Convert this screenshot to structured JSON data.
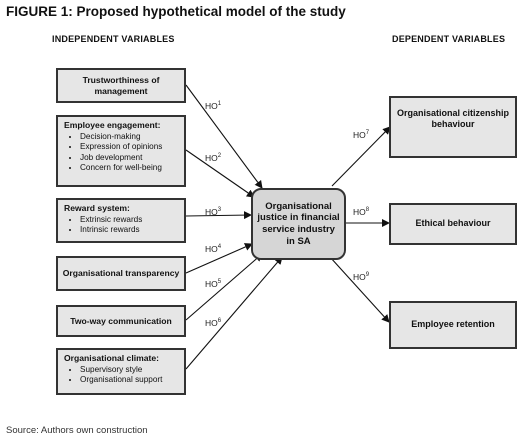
{
  "title": "FIGURE 1:   Proposed hypothetical model of the study",
  "independent_heading": "INDEPENDENT VARIABLES",
  "dependent_heading": "DEPENDENT VARIABLES",
  "independent": {
    "trust": {
      "label": "Trustworthiness of management"
    },
    "engagement": {
      "heading": "Employee engagement:",
      "items": [
        "Decision-making",
        "Expression of opinions",
        "Job development",
        "Concern for well-being"
      ]
    },
    "reward": {
      "heading": "Reward system:",
      "items": [
        "Extrinsic rewards",
        "Intrinsic rewards"
      ]
    },
    "transparency": {
      "label": "Organisational transparency"
    },
    "communication": {
      "label": "Two-way communication"
    },
    "climate": {
      "heading": "Organisational climate:",
      "items": [
        "Supervisory style",
        "Organisational support"
      ]
    }
  },
  "center": {
    "label": "Organisational justice in financial service industry in SA"
  },
  "dependent": {
    "ocb": {
      "label": "Organisational citizenship behaviour"
    },
    "ethical": {
      "label": "Ethical behaviour"
    },
    "retention": {
      "label": "Employee retention"
    }
  },
  "hypotheses": {
    "h1": {
      "base": "HO",
      "num": "1"
    },
    "h2": {
      "base": "HO",
      "num": "2"
    },
    "h3": {
      "base": "HO",
      "num": "3"
    },
    "h4": {
      "base": "HO",
      "num": "4"
    },
    "h5": {
      "base": "HO",
      "num": "5"
    },
    "h6": {
      "base": "HO",
      "num": "6"
    },
    "h7": {
      "base": "HO",
      "num": "7"
    },
    "h8": {
      "base": "HO",
      "num": "8"
    },
    "h9": {
      "base": "HO",
      "num": "9"
    }
  },
  "source": "Source: Authors own construction"
}
